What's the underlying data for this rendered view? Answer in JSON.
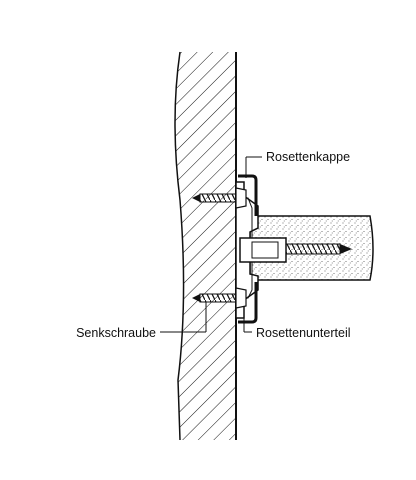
{
  "diagram": {
    "labels": {
      "cap": "Rosettenkappe",
      "base": "Rosettenunterteil",
      "screw": "Senkschraube"
    },
    "colors": {
      "ink": "#111111",
      "paper": "#ffffff",
      "stipple": "#555555"
    }
  }
}
